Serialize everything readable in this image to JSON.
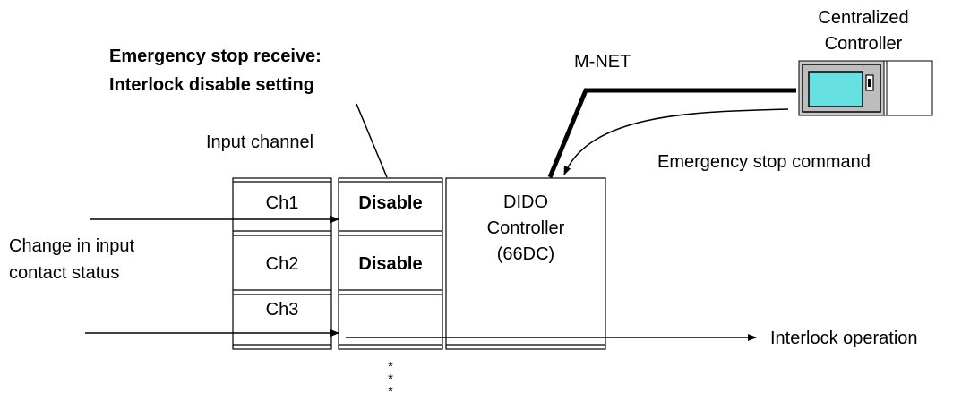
{
  "title": {
    "line1": "Emergency stop receive:",
    "line2": "Interlock disable setting"
  },
  "labels": {
    "input_channel": "Input channel",
    "mnet": "M-NET",
    "central_line1": "Centralized",
    "central_line2": "Controller",
    "emergency_cmd": "Emergency stop command",
    "change_line1": "Change in input",
    "change_line2": "contact status",
    "interlock_op": "Interlock operation"
  },
  "channels": [
    {
      "name": "Ch1",
      "setting": "Disable"
    },
    {
      "name": "Ch2",
      "setting": "Disable"
    },
    {
      "name": "Ch3",
      "setting": ""
    }
  ],
  "controller": {
    "line1": "DIDO",
    "line2": "Controller",
    "line3": "(66DC)"
  },
  "ellipsis": [
    "*",
    "*",
    "*"
  ],
  "colors": {
    "screen": "#66e0e0",
    "device_body": "#ffffff",
    "device_panel": "#c8c8c8",
    "line": "#000000"
  }
}
